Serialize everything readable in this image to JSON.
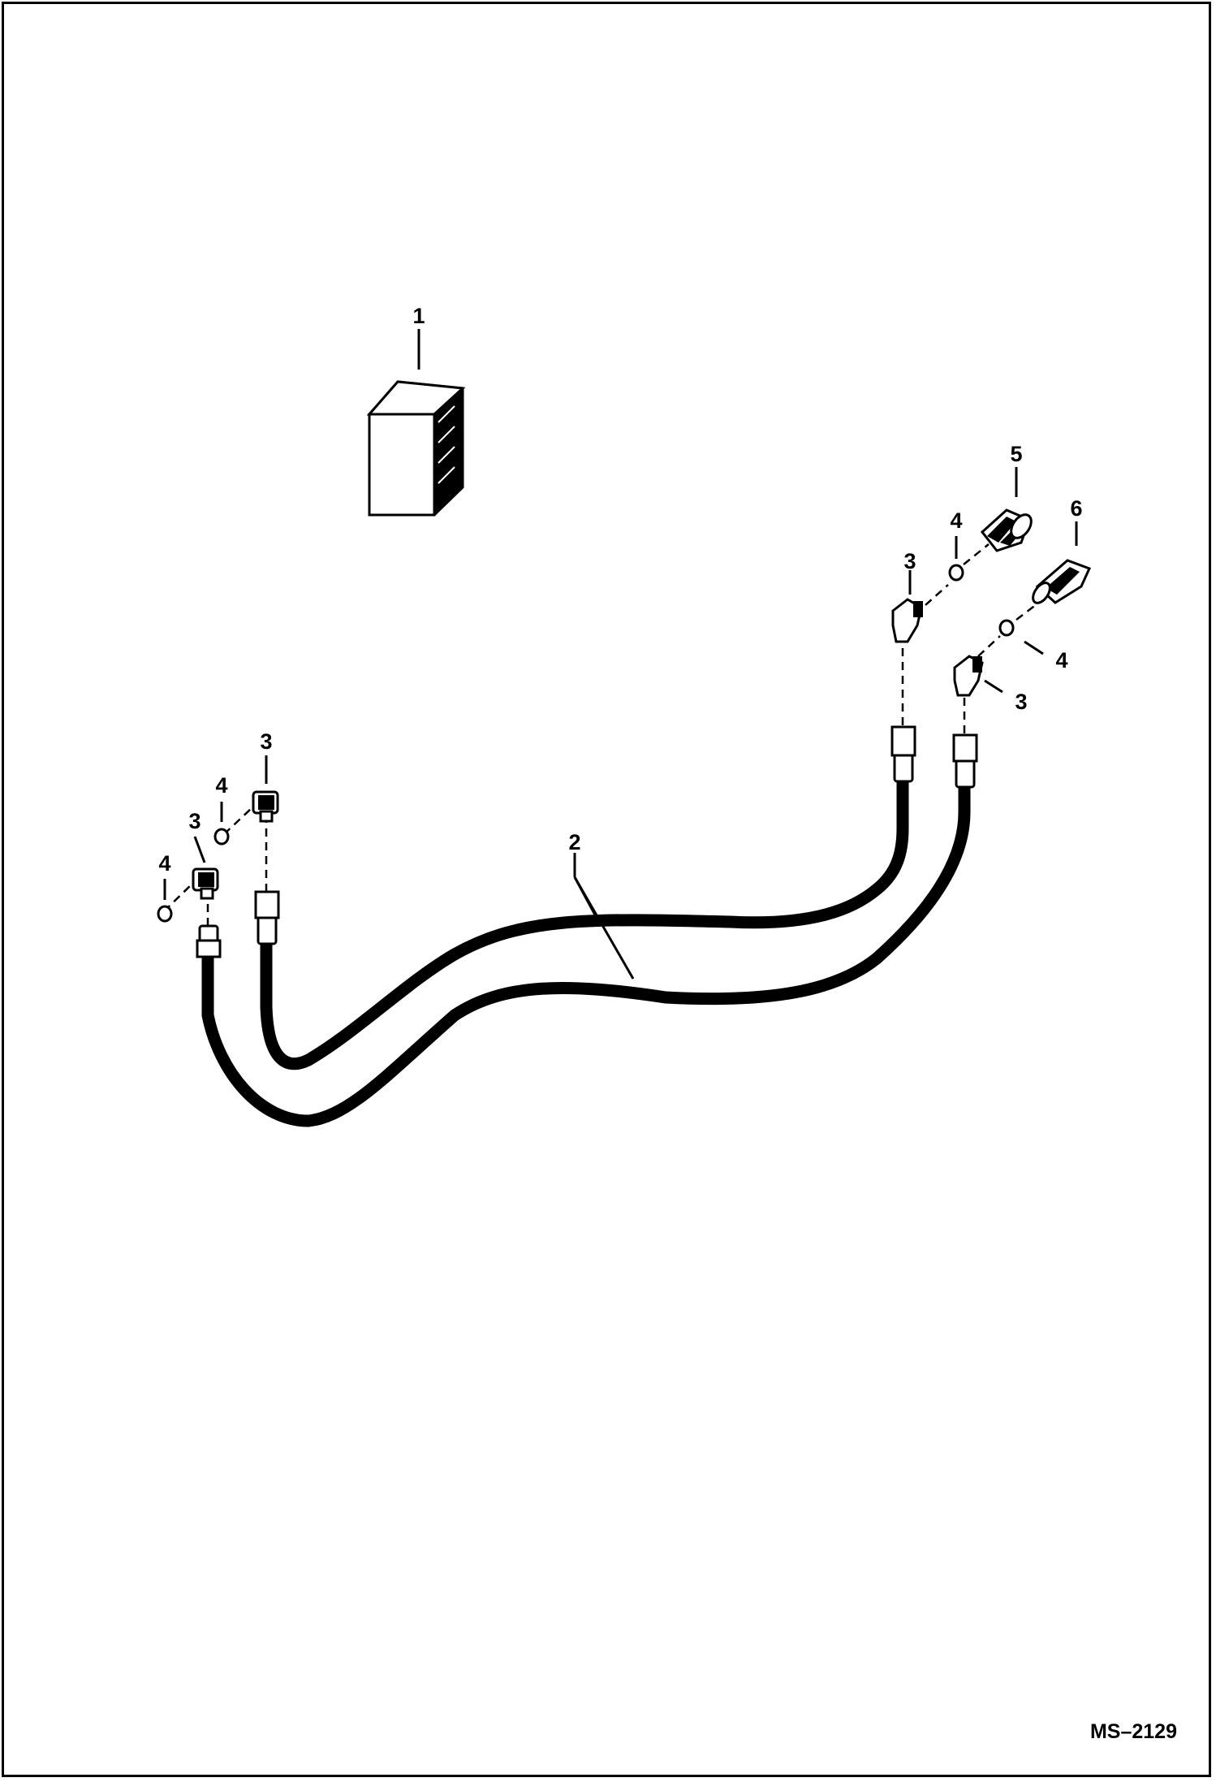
{
  "diagram": {
    "callouts": {
      "c1": "1",
      "c2": "2",
      "c3a": "3",
      "c3b": "3",
      "c3c": "3",
      "c3d": "3",
      "c4a": "4",
      "c4b": "4",
      "c4c": "4",
      "c4d": "4",
      "c5": "5",
      "c6": "6"
    },
    "drawing_number": "MS–2129"
  }
}
